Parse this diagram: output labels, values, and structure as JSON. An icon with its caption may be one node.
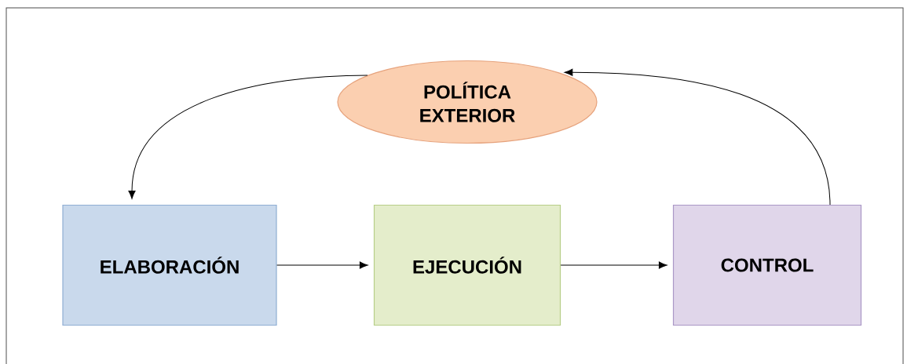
{
  "diagram": {
    "nodes": [
      {
        "text": [
          "POLÍTICA EXTERIOR"
        ]
      },
      {
        "text": [
          "ELABORACIÓN"
        ]
      },
      {
        "text": [
          "EJECUCIÓN"
        ]
      },
      {
        "text": [
          "CONTROL"
        ]
      }
    ],
    "edges": [
      {
        "from": 0,
        "to": 1,
        "arrow": "to"
      },
      {
        "from": 1,
        "to": 2,
        "arrow": "to"
      },
      {
        "from": 2,
        "to": 3,
        "arrow": "to"
      },
      {
        "from": 3,
        "to": 0,
        "arrow": "to"
      }
    ]
  }
}
